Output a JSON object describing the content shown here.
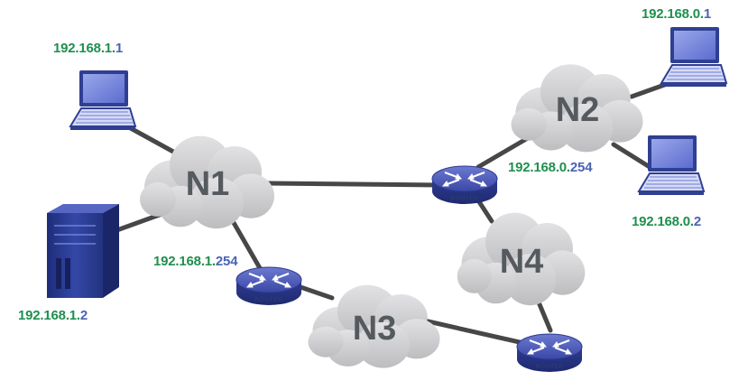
{
  "colors": {
    "link": "#474747",
    "cloud": "#cfcfd1",
    "cloud_label": "#555a5f",
    "router_body": "#3c4aa8",
    "router_word": "#2a3a78",
    "ip_network": "#1f8f4e",
    "ip_host": "#4a63b5",
    "laptop_frame": "#2f3f92",
    "laptop_screen": "#7f8fe0",
    "server_body": "#2b3f97"
  },
  "clouds": {
    "n1": {
      "label": "N1"
    },
    "n2": {
      "label": "N2"
    },
    "n3": {
      "label": "N3"
    },
    "n4": {
      "label": "N4"
    }
  },
  "routers": {
    "r1": {
      "label": "ROUTER"
    },
    "r2": {
      "label": "ROUTER"
    },
    "r3": {
      "label": "ROUTER"
    }
  },
  "icons": {
    "laptop": "laptop-icon",
    "server": "server-icon",
    "router": "router-icon",
    "cloud": "cloud-icon"
  },
  "ip_labels": {
    "laptop_1": {
      "network": "192.168.1.",
      "host": "1"
    },
    "server": {
      "network": "192.168.1.",
      "host": "2"
    },
    "router_1": {
      "network": "192.168.1.",
      "host": "254"
    },
    "laptop_2": {
      "network": "192.168.0.",
      "host": "1"
    },
    "laptop_3": {
      "network": "192.168.0.",
      "host": "2"
    },
    "router_2": {
      "network": "192.168.0.",
      "host": "254"
    }
  }
}
